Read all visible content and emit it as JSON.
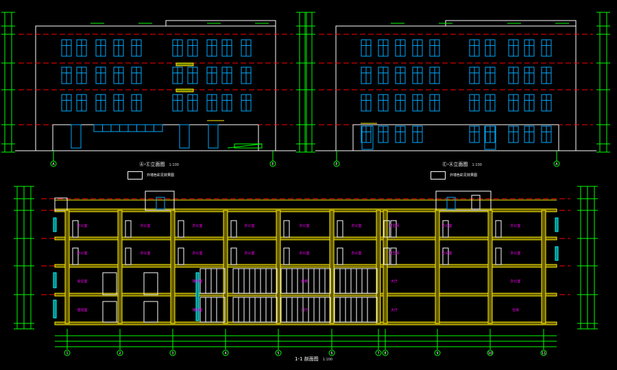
{
  "views": {
    "elevation_front": {
      "title": "Ⓐ-Ⓔ立面图",
      "scale": "1:100",
      "note": "外墙色彩见效果图"
    },
    "elevation_back": {
      "title": "Ⓔ-Ⓐ立面图",
      "scale": "1:100",
      "note": "外墙色彩见效果图"
    },
    "section": {
      "title": "1-1 剖面图",
      "scale": "1:100"
    }
  },
  "axes_elevation_front": [
    "A",
    "E"
  ],
  "axes_elevation_back": [
    "E",
    "A"
  ],
  "axes_section": [
    "1",
    "2",
    "3",
    "4",
    "5",
    "6",
    "7",
    "8",
    "9",
    "10",
    "11"
  ],
  "room_labels": {
    "floor4": [
      "办公室",
      "办公室",
      "办公室",
      "办公室",
      "办公室",
      "办公室",
      "卫生间",
      "办公室",
      "办公室"
    ],
    "floor3": [
      "办公室",
      "办公室",
      "办公室",
      "办公室",
      "办公室",
      "办公室",
      "卫生间",
      "办公室",
      "办公室"
    ],
    "floor2": [
      "会议室",
      "接待室",
      "走廊",
      "大厅",
      "办公室"
    ],
    "floor1": [
      "值班室",
      "接待室",
      "门厅",
      "大厅",
      "仓库"
    ]
  },
  "colors": {
    "background": "#000000",
    "building_outline": "#ffffff",
    "dimension_lines": "#00ff00",
    "section_lines": "#ff0000",
    "windows": "#00aaff",
    "slabs": "#ffee00",
    "room_text": "#ff00ff",
    "wall_section": "#00ffff"
  }
}
